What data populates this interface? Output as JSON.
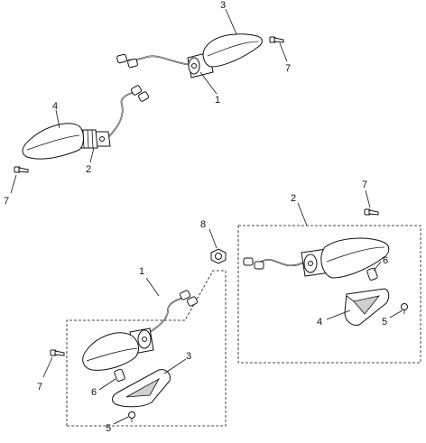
{
  "callouts": {
    "c1_top": "1",
    "c2_top": "2",
    "c3_top": "3",
    "c4_top": "4",
    "c7_top_right": "7",
    "c7_top_left": "7",
    "c8": "8",
    "c2_box": "2",
    "c7_box": "7",
    "c6_box": "6",
    "c4_box": "4",
    "c5_box": "5",
    "c1_low": "1",
    "c3_low": "3",
    "c6_low": "6",
    "c5_low": "5",
    "c7_low": "7"
  }
}
